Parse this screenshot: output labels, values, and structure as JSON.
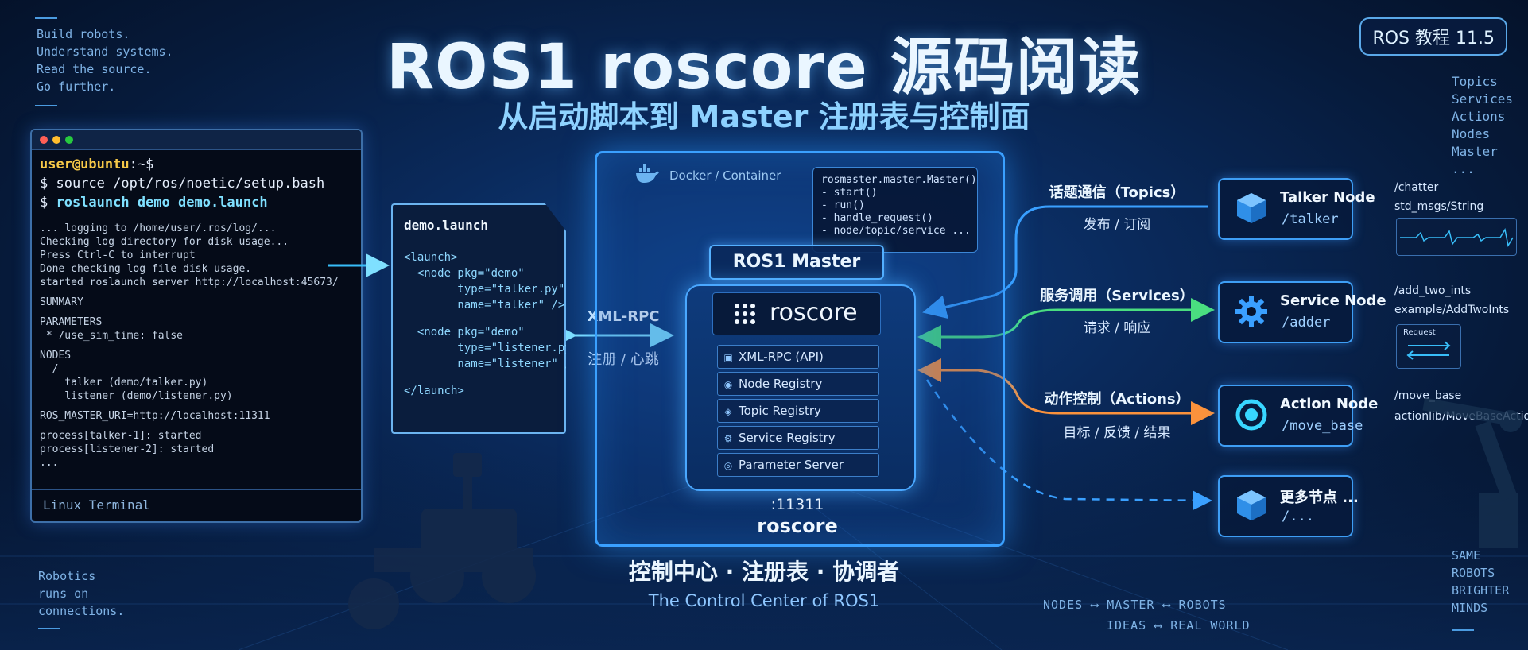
{
  "header": {
    "title": "ROS1 roscore 源码阅读",
    "subtitle": "从启动脚本到 Master 注册表与控制面",
    "badge": "ROS 教程 11.5"
  },
  "top_left_notes": [
    "Build robots.",
    "Understand systems.",
    "Read the source.",
    "Go further."
  ],
  "top_right_notes": [
    "Topics",
    "Services",
    "Actions",
    "Nodes",
    "Master",
    "..."
  ],
  "terminal": {
    "prompt_user": "user@ubuntu",
    "prompt_path": ":~$",
    "cmd1": "$ source /opt/ros/noetic/setup.bash",
    "cmd2_prefix": "$ ",
    "cmd2": "roslaunch demo demo.launch",
    "output": [
      "... logging to /home/user/.ros/log/...",
      "Checking log directory for disk usage...",
      "Press Ctrl-C to interrupt",
      "Done checking log file disk usage.",
      "started roslaunch server http://localhost:45673/",
      "",
      "SUMMARY",
      "",
      "PARAMETERS",
      " * /use_sim_time: false",
      "",
      "NODES",
      "  /",
      "    talker (demo/talker.py)",
      "    listener (demo/listener.py)",
      "",
      "ROS_MASTER_URI=http://localhost:11311",
      "",
      "process[talker-1]: started",
      "process[listener-2]: started",
      "..."
    ],
    "footer": "Linux Terminal"
  },
  "launch_file": {
    "name": "demo.launch",
    "lines": [
      "<launch>",
      "  <node pkg=\"demo\"",
      "        type=\"talker.py\"",
      "        name=\"talker\" />",
      "",
      "  <node pkg=\"demo\"",
      "        type=\"listener.py\"",
      "        name=\"listener\" />",
      "",
      "</launch>"
    ]
  },
  "xmlrpc_link": {
    "label": "XML-RPC",
    "sub": "注册 / 心跳"
  },
  "docker": {
    "label": "Docker / Container"
  },
  "code_box": {
    "lines": [
      "rosmaster.master.Master()",
      "- start()",
      "- run()",
      "- handle_request()",
      "- node/topic/service ..."
    ]
  },
  "master": {
    "title": "ROS1 Master",
    "core_label": "roscore",
    "registries": [
      "XML-RPC (API)",
      "Node Registry",
      "Topic Registry",
      "Service Registry",
      "Parameter Server"
    ],
    "port": ":11311",
    "bottom_label": "roscore"
  },
  "tagline": {
    "cn": "控制中心 · 注册表 · 协调者",
    "en": "The Control Center of ROS1"
  },
  "connections": [
    {
      "label": "话题通信（Topics）",
      "sub": "发布 / 订阅",
      "color": "#3aa0ff"
    },
    {
      "label": "服务调用（Services）",
      "sub": "请求 / 响应",
      "color": "#4ade80"
    },
    {
      "label": "动作控制（Actions）",
      "sub": "目标 / 反馈 / 结果",
      "color": "#fb923c"
    }
  ],
  "nodes": [
    {
      "name": "Talker Node",
      "path": "/talker",
      "icon": "cube-icon"
    },
    {
      "name": "Service Node",
      "path": "/adder",
      "icon": "gear-icon"
    },
    {
      "name": "Action Node",
      "path": "/move_base",
      "icon": "ring-icon"
    },
    {
      "name": "更多节点 ...",
      "path": "/...",
      "icon": "cube-icon"
    }
  ],
  "node_details": {
    "talker": [
      "/chatter",
      "std_msgs/String"
    ],
    "service": [
      "/add_two_ints",
      "example/AddTwoInts"
    ],
    "service_box_label": "Request",
    "action": [
      "/move_base",
      "actionlib/MoveBaseAction"
    ]
  },
  "bottom_left_notes": [
    "Robotics",
    "runs on",
    "connections."
  ],
  "bottom_center": [
    "NODES ⟷ MASTER ⟷ ROBOTS",
    "IDEAS ⟷ REAL WORLD"
  ],
  "bottom_right_notes": [
    "SAME",
    "ROBOTS",
    "BRIGHTER",
    "MINDS"
  ]
}
